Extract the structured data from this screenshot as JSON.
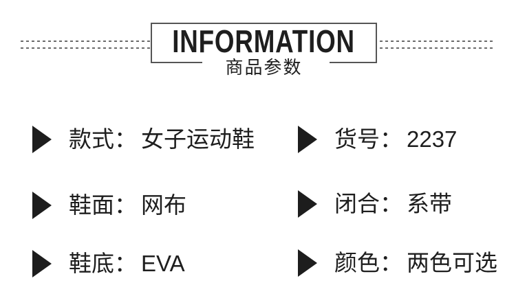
{
  "header": {
    "title": "INFORMATION",
    "subtitle": "商品参数"
  },
  "params": {
    "items": [
      {
        "label": "款式：",
        "value": "女子运动鞋"
      },
      {
        "label": "货号：",
        "value": "2237"
      },
      {
        "label": "鞋面：",
        "value": "网布"
      },
      {
        "label": "闭合：",
        "value": "系带"
      },
      {
        "label": "鞋底：",
        "value": "EVA"
      },
      {
        "label": "颜色：",
        "value": "两色可选"
      }
    ]
  },
  "icons": {
    "bullet": "right-pointing-triangle"
  },
  "colors": {
    "background": "#ffffff",
    "text": "#1e1e1e",
    "border": "#555555",
    "dash": "#6a6a6a",
    "bullet": "#1d1d1d"
  }
}
